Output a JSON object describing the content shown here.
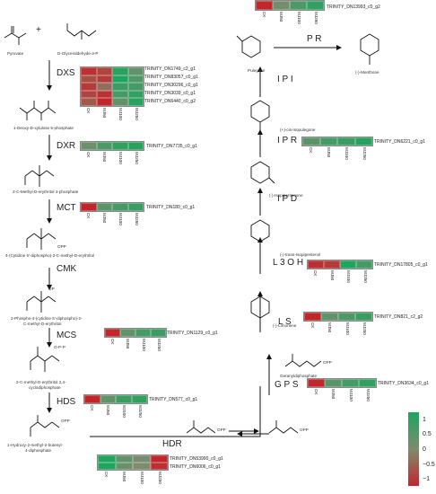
{
  "colors": {
    "high": "#1fa55e",
    "mid": "#7f8a6f",
    "low": "#c2262b"
  },
  "legend": {
    "ticks": [
      "1",
      "0.5",
      "0",
      "−0.5",
      "−1"
    ]
  },
  "compounds": {
    "pyruvate": "Pyruvate",
    "glyceraldehyde": "D-Glyceraldehyde-3-P",
    "dxp": "1-Deoxy-D-xylulose 5-phosphate",
    "mep": "2-C-Methyl-D-erythritol 4-phosphate",
    "cdp_me": "4-(Cytidine 5'-diphospho)-2-C-methyl-D-erythritol",
    "cdp_mep_1": "2-Phospho-4-(cytidine 5'-diphospho)-2-",
    "cdp_mep_2": "C-methyl-D-erythritol",
    "mecpp_1": "2-C-methyl-D-erythritol 2,4-",
    "mecpp_2": "cyclodiphosphate",
    "hmbpp_1": "1-Hydroxy-2-methyl-2-butenyl-",
    "hmbpp_2": "4-diphosphate",
    "gpp": "Geranyldiphosphate",
    "limonene": "(-)-Limonene",
    "trans_isopiperitenol": "(-)-trans-Isopiperitenol",
    "isopiperitenone": "(-)-Isopiperitenone",
    "cis_isopulegone": "(+)-cis-Isopulegone",
    "pulegone": "Pulegone",
    "menthone": "(-)-Menthone"
  },
  "enzymes": {
    "dxs": "DXS",
    "dxr": "DXR",
    "mct": "MCT",
    "cmk": "CMK",
    "mcs": "MCS",
    "hds": "HDS",
    "hdr": "HDR",
    "gps": "G P S",
    "ls": "L S",
    "l3oh": "L 3 O H",
    "ipd": "I P D",
    "ipr": "I P R",
    "ipi": "I P I",
    "pr": "P R",
    "plus": "+"
  },
  "labels": {
    "opp": "OPP",
    "opp_a": "OPP",
    "opp_b": "OPP",
    "opp_c": "O-P-P",
    "op": "OP",
    "opp_d": "OPP",
    "o_minus_p_p": "OPP"
  },
  "heatmaps": [
    {
      "id": "dxs",
      "conditions": [
        "CK",
        "MJ50",
        "MJ100",
        "MJ250"
      ],
      "genes": [
        "TRINITY_DN1749_c2_g1",
        "TRINITY_DN83057_c0_g1",
        "TRINITY_DN30296_c0_g1",
        "TRINITY_DN3039_c0_g1",
        "TRINITY_DN6440_c0_g2"
      ],
      "values": [
        [
          -0.9,
          -0.7,
          0.9,
          0.3
        ],
        [
          -0.6,
          -0.8,
          1.0,
          0.5
        ],
        [
          -0.8,
          -0.3,
          0.7,
          0.6
        ],
        [
          -0.7,
          -0.9,
          0.6,
          0.8
        ],
        [
          -0.5,
          -1.0,
          0.3,
          0.9
        ]
      ]
    },
    {
      "id": "dxr",
      "conditions": [
        "CK",
        "MJ50",
        "MJ100",
        "MJ250"
      ],
      "genes": [
        "TRINITY_DN7735_c0_g1"
      ],
      "values": [
        [
          0.2,
          0.5,
          0.8,
          0.9
        ]
      ]
    },
    {
      "id": "mct",
      "conditions": [
        "CK",
        "MJ50",
        "MJ100",
        "MJ250"
      ],
      "genes": [
        "TRINITY_DN180_c0_g1"
      ],
      "values": [
        [
          -1.0,
          0.4,
          0.6,
          0.7
        ]
      ]
    },
    {
      "id": "mcs",
      "conditions": [
        "CK",
        "MJ50",
        "MJ100",
        "MJ250"
      ],
      "genes": [
        "TRINITY_DN1129_c0_g1"
      ],
      "values": [
        [
          -1.0,
          0.3,
          0.6,
          0.7
        ]
      ]
    },
    {
      "id": "hds",
      "conditions": [
        "CK",
        "MJ50",
        "MJ100",
        "MJ250"
      ],
      "genes": [
        "TRINITY_DN577_c0_g1"
      ],
      "values": [
        [
          -1.0,
          0.3,
          0.7,
          0.8
        ]
      ]
    },
    {
      "id": "hdr",
      "conditions": [
        "CK",
        "MJ50",
        "MJ100",
        "MJ250"
      ],
      "genes": [
        "TRINITY_DN53990_c0_g1",
        "TRINITY_DN6006_c0_g1"
      ],
      "values": [
        [
          1.0,
          0.3,
          0.1,
          -1.0
        ],
        [
          1.0,
          0.2,
          0.0,
          -0.9
        ]
      ]
    },
    {
      "id": "top",
      "conditions": [
        "CK",
        "MJ50",
        "MJ100",
        "MJ250"
      ],
      "genes": [
        "TRINITY_DN13993_c0_g2"
      ],
      "values": [
        [
          -1.0,
          0.1,
          0.5,
          0.8
        ]
      ]
    },
    {
      "id": "ipr",
      "conditions": [
        "CK",
        "MJ50",
        "MJ100",
        "MJ250"
      ],
      "genes": [
        "TRINITY_DN6221_c0_g1"
      ],
      "values": [
        [
          0.4,
          0.6,
          0.7,
          0.9
        ]
      ]
    },
    {
      "id": "l3oh",
      "conditions": [
        "CK",
        "MJ50",
        "MJ100",
        "MJ250"
      ],
      "genes": [
        "TRINITY_DN17805_c0_g1"
      ],
      "values": [
        [
          -0.9,
          -0.8,
          1.0,
          0.6
        ]
      ]
    },
    {
      "id": "ls",
      "conditions": [
        "CK",
        "MJ50",
        "MJ100",
        "MJ250"
      ],
      "genes": [
        "TRINITY_DN821_c2_g2"
      ],
      "values": [
        [
          -1.0,
          0.3,
          0.5,
          0.7
        ]
      ]
    },
    {
      "id": "gps",
      "conditions": [
        "CK",
        "MJ50",
        "MJ100",
        "MJ250"
      ],
      "genes": [
        "TRINITY_DN3634_c0_g1"
      ],
      "values": [
        [
          -1.0,
          0.4,
          0.6,
          0.8
        ]
      ]
    }
  ]
}
